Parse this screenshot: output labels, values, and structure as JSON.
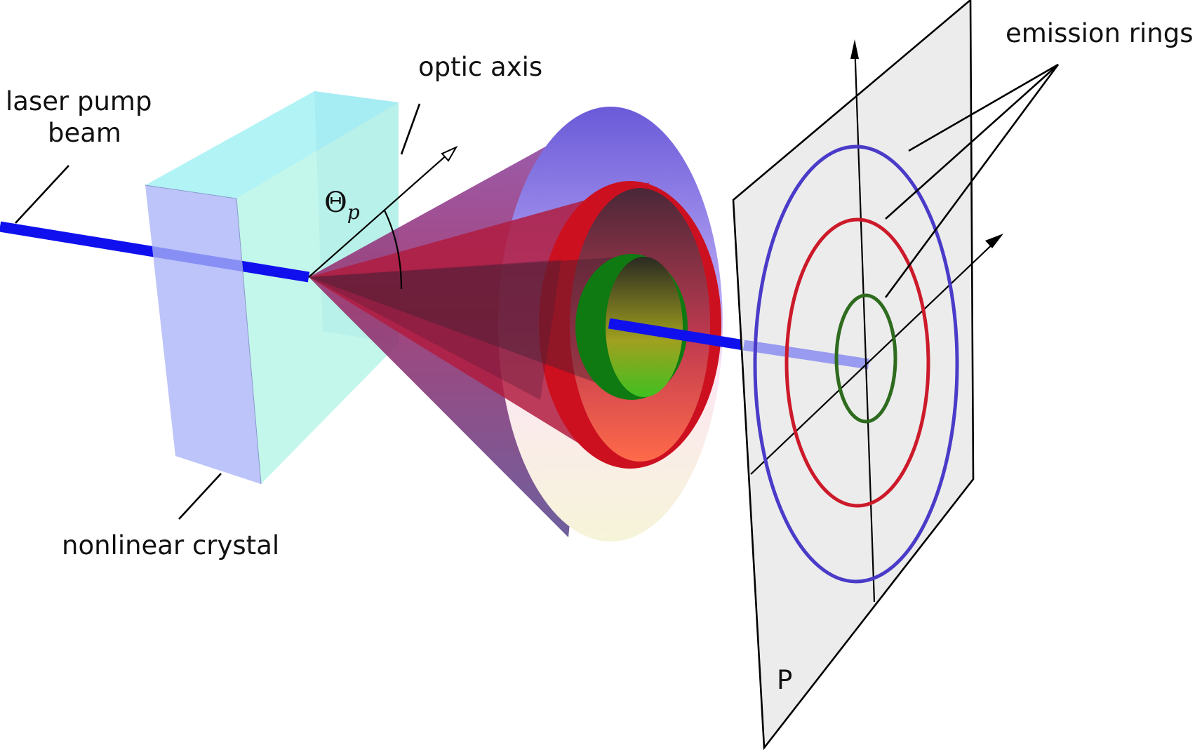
{
  "labels": {
    "laser_line1": "laser pump",
    "laser_line2": "beam",
    "optic_axis": "optic axis",
    "theta_main": "Θ",
    "theta_sub": "p",
    "crystal": "nonlinear crystal",
    "emission": "emission rings",
    "plane": "P"
  },
  "colors": {
    "pump_beam": "#1010ee",
    "crystal_front": "#a9b4f7",
    "crystal_side": "#b5f5e6",
    "crystal_back": "#b9d8f4",
    "outer_cone": "#7b68d6",
    "middle_cone": "#c8102e",
    "inner_cone": "#1a8f1a",
    "screen": "#ececec",
    "ring_outer": "#4a3bc8",
    "ring_middle": "#cc1a2a",
    "ring_inner": "#2e6b1e"
  }
}
